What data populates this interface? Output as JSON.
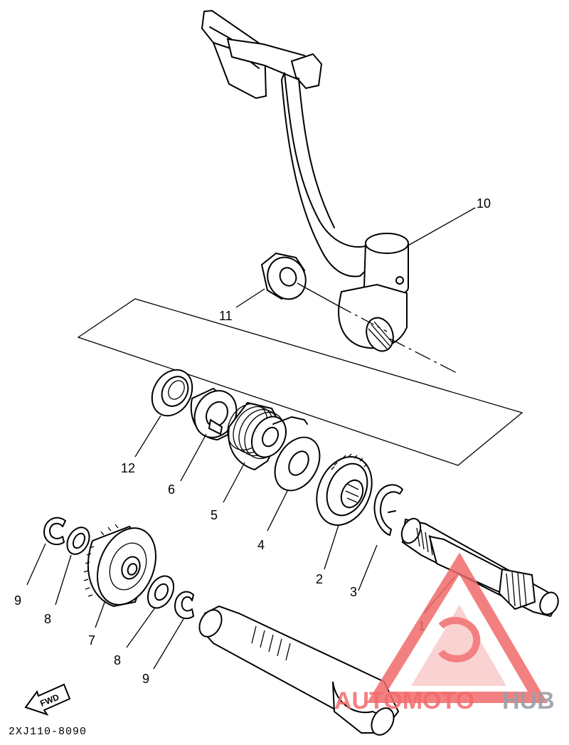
{
  "diagram_code": "2XJ110-8090",
  "fwd_label": "FWD",
  "watermark": {
    "part1": "AUTOMOTO",
    "part2": "HUB",
    "color_primary": "#f26b6b",
    "color_secondary": "#9aa0a8",
    "color_yellow": "#f5c84b"
  },
  "parts": [
    {
      "n": "1"
    },
    {
      "n": "2"
    },
    {
      "n": "3"
    },
    {
      "n": "4"
    },
    {
      "n": "5"
    },
    {
      "n": "6"
    },
    {
      "n": "7"
    },
    {
      "n": "8"
    },
    {
      "n": "8"
    },
    {
      "n": "9"
    },
    {
      "n": "9"
    },
    {
      "n": "10"
    },
    {
      "n": "11"
    },
    {
      "n": "12"
    }
  ]
}
